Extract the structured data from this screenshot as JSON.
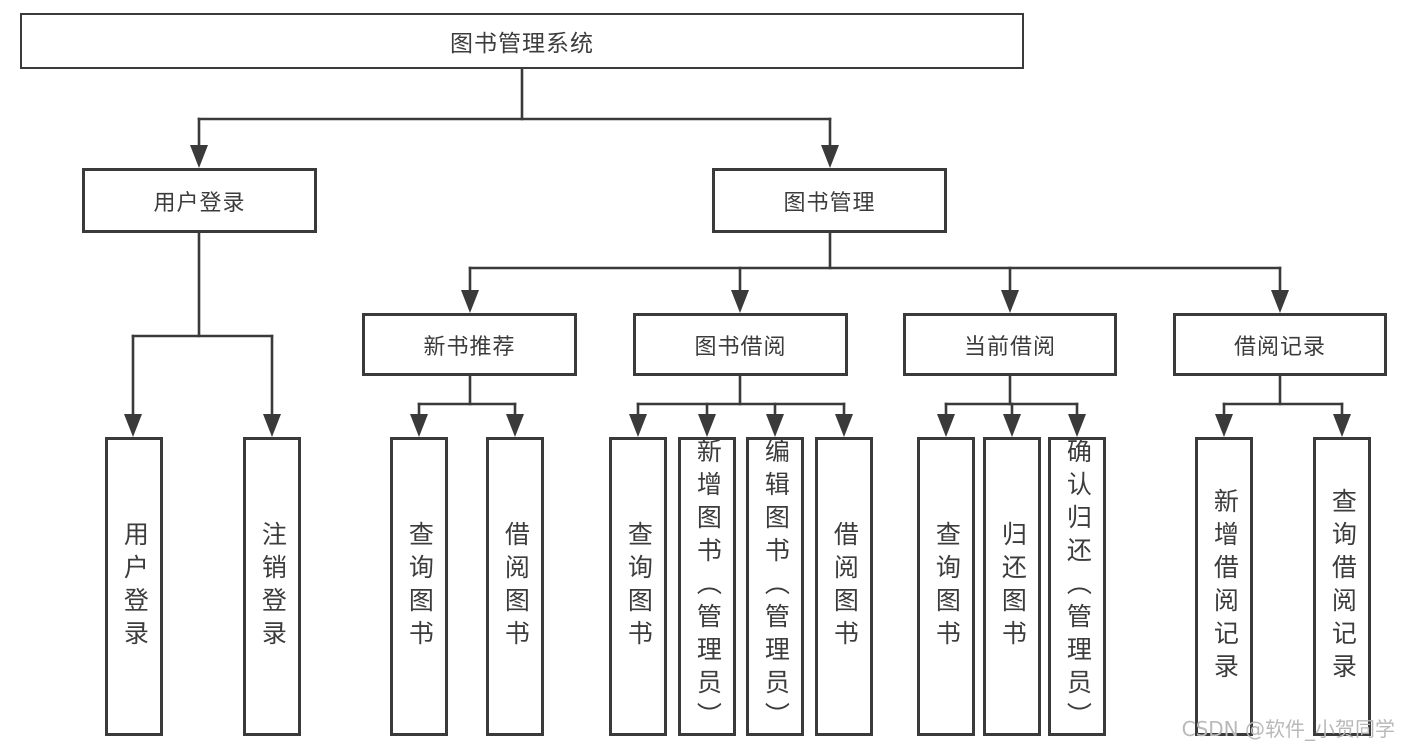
{
  "tree": {
    "root": "图书管理系统",
    "level2": [
      {
        "label": "用户登录",
        "children": [
          "用户登录",
          "注销登录"
        ]
      },
      {
        "label": "图书管理",
        "children": [
          {
            "label": "新书推荐",
            "children": [
              "查询图书",
              "借阅图书"
            ]
          },
          {
            "label": "图书借阅",
            "children": [
              "查询图书",
              "新增图书（管理员）",
              "编辑图书（管理员）",
              "借阅图书"
            ]
          },
          {
            "label": "当前借阅",
            "children": [
              "查询图书",
              "归还图书",
              "确认归还（管理员）"
            ]
          },
          {
            "label": "借阅记录",
            "children": [
              "新增借阅记录",
              "查询借阅记录"
            ]
          }
        ]
      }
    ]
  },
  "watermark": "CSDN @软件_小贺同学",
  "colors": {
    "line": "#3a3a3a",
    "text": "#3c3c3c",
    "background": "#ffffff",
    "watermark": "#b9b9b9"
  }
}
